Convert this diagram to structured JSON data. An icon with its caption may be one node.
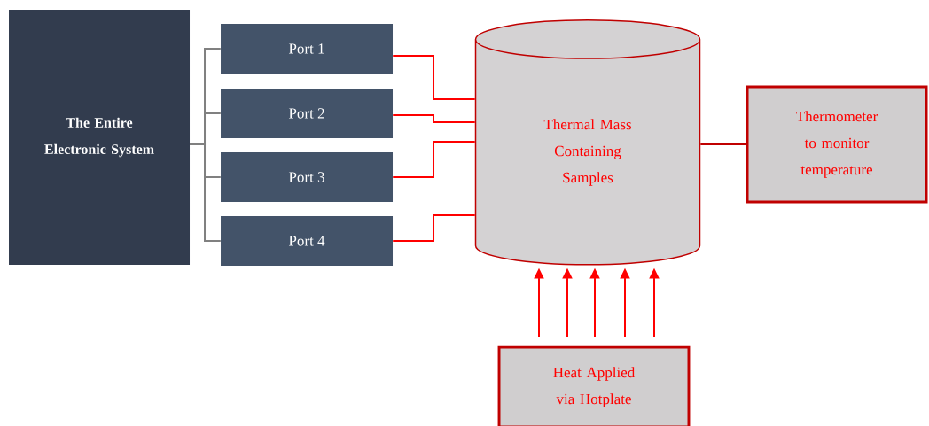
{
  "diagram": {
    "nodes": [
      {
        "text": [
          "The Entire Electronic System"
        ]
      },
      {
        "text": [
          "Port 1"
        ]
      },
      {
        "text": [
          "Port 2"
        ]
      },
      {
        "text": [
          "Port 3"
        ]
      },
      {
        "text": [
          "Port 4"
        ]
      },
      {
        "text": [
          "Thermal Mass Containing Samples"
        ]
      },
      {
        "text": [
          "Thermometer to monitor temperature"
        ]
      },
      {
        "text": [
          "Heat Applied via Hotplate"
        ]
      }
    ],
    "edges": [
      {
        "from": 0,
        "to": 1,
        "arrow": "none",
        "color": "#808080"
      },
      {
        "from": 0,
        "to": 2,
        "arrow": "none",
        "color": "#808080"
      },
      {
        "from": 0,
        "to": 3,
        "arrow": "none",
        "color": "#808080"
      },
      {
        "from": 0,
        "to": 4,
        "arrow": "none",
        "color": "#808080"
      },
      {
        "from": 1,
        "to": 5,
        "arrow": "none"
      },
      {
        "from": 2,
        "to": 5,
        "arrow": "none"
      },
      {
        "from": 3,
        "to": 5,
        "arrow": "none"
      },
      {
        "from": 4,
        "to": 5,
        "arrow": "none"
      },
      {
        "from": 5,
        "to": 6,
        "arrow": "none",
        "color": "#c00000"
      },
      {
        "from": 7,
        "to": 5,
        "arrow": "to"
      },
      {
        "from": 7,
        "to": 5,
        "arrow": "to"
      },
      {
        "from": 7,
        "to": 5,
        "arrow": "to"
      },
      {
        "from": 7,
        "to": 5,
        "arrow": "to"
      },
      {
        "from": 7,
        "to": 5,
        "arrow": "to"
      }
    ]
  }
}
